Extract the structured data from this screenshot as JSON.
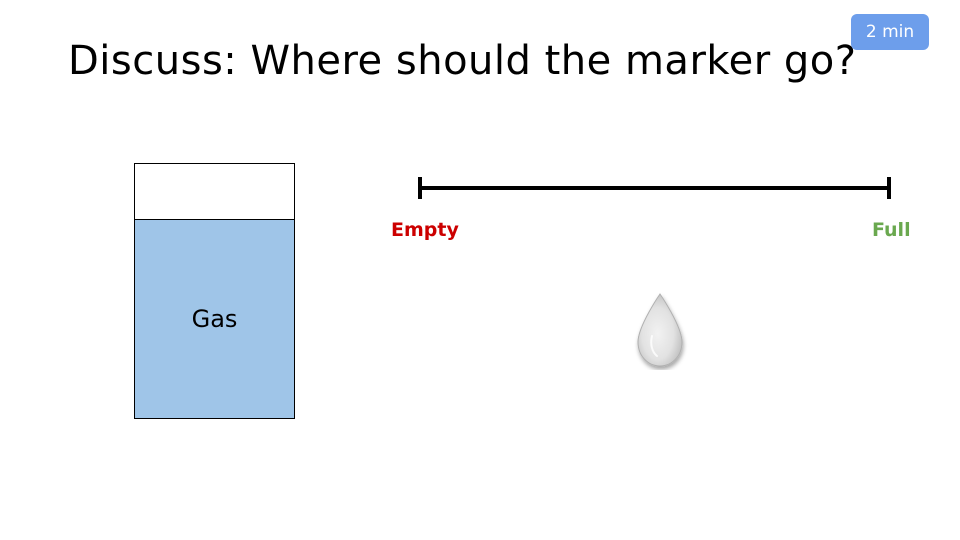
{
  "slide": {
    "title": "Discuss: Where should the marker go?"
  },
  "timer": {
    "label": "2 min",
    "color": "#6d9eeb"
  },
  "tank": {
    "label": "Gas",
    "fill_level": 0.78,
    "fill_color": "#9fc5e8"
  },
  "scale": {
    "min_label": "Empty",
    "max_label": "Full",
    "min_color": "#cc0000",
    "max_color": "#6aa84f"
  },
  "marker": {
    "icon": "drop-marker-icon"
  }
}
